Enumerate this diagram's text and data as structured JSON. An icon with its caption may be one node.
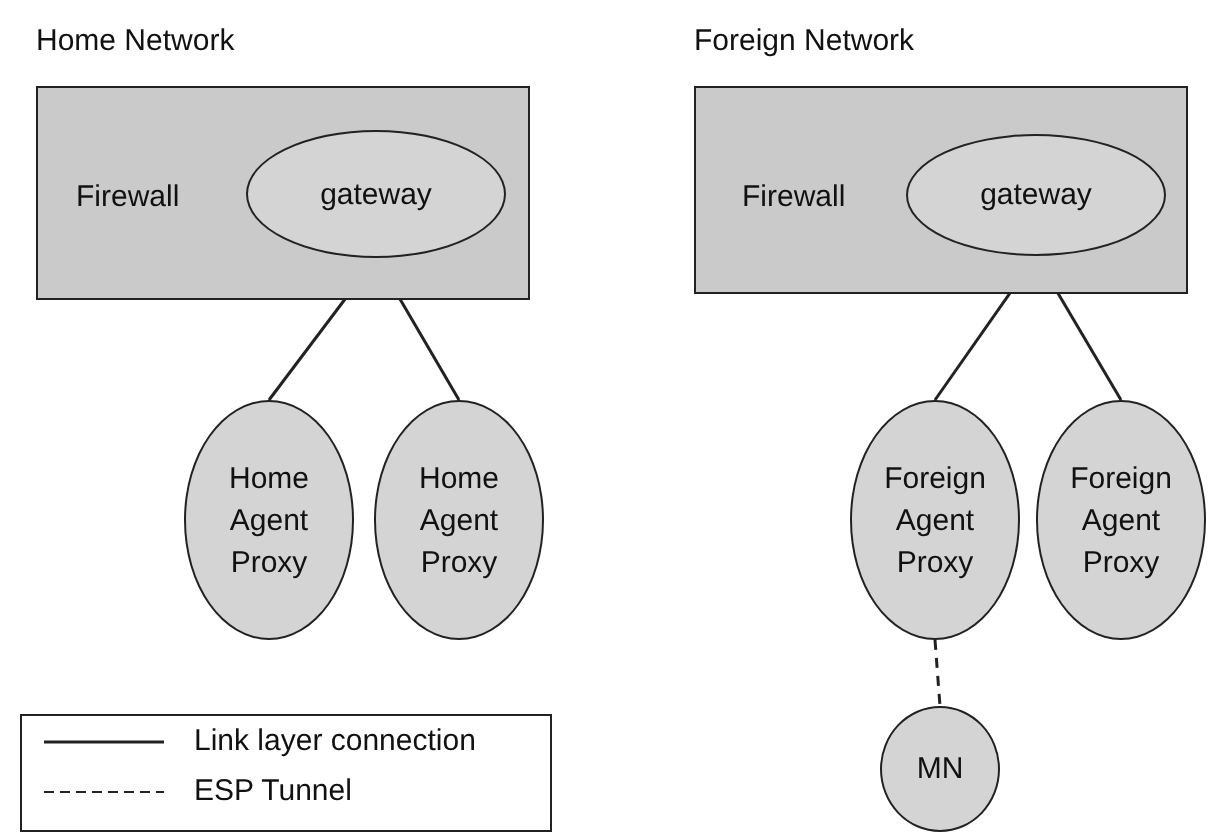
{
  "diagram": {
    "nodes": [
      {
        "text": [
          "Home Network",
          "Firewall"
        ]
      },
      {
        "text": [
          "gateway"
        ],
        "in": 0
      },
      {
        "text": [
          "Home Agent Proxy"
        ]
      },
      {
        "text": [
          "Home Agent Proxy"
        ]
      },
      {
        "text": [
          "Foreign Network",
          "Firewall"
        ]
      },
      {
        "text": [
          "gateway"
        ],
        "in": 4
      },
      {
        "text": [
          "Foreign Agent Proxy"
        ]
      },
      {
        "text": [
          "Foreign Agent Proxy"
        ]
      },
      {
        "text": [
          "MN"
        ]
      }
    ],
    "edges": [
      {
        "from": 1,
        "to": 2,
        "arrow": "none"
      },
      {
        "from": 1,
        "to": 3,
        "arrow": "none"
      },
      {
        "from": 5,
        "to": 6,
        "arrow": "none"
      },
      {
        "from": 5,
        "to": 7,
        "arrow": "none"
      },
      {
        "from": 6,
        "to": 8,
        "arrow": "none",
        "style": "dashed"
      }
    ],
    "legend": [
      {
        "text": "Link layer connection"
      },
      {
        "text": "ESP Tunnel"
      }
    ]
  }
}
